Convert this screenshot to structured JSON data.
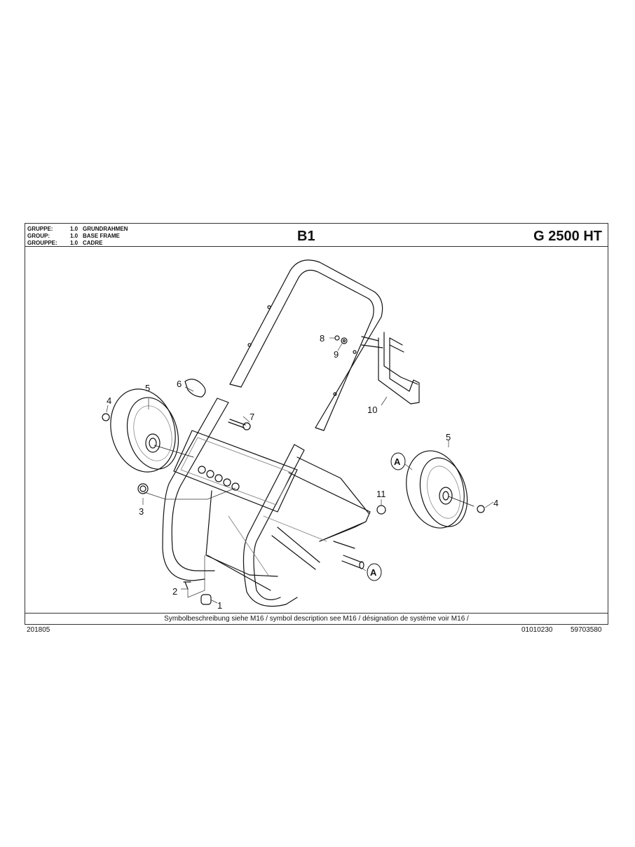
{
  "header": {
    "groups": [
      {
        "key": "GRUPPE:",
        "num": "1.0",
        "name": "GRUNDRAHMEN"
      },
      {
        "key": "GROUP:",
        "num": "1.0",
        "name": "BASE FRAME"
      },
      {
        "key": "GROUPPE:",
        "num": "1.0",
        "name": "CADRE"
      }
    ],
    "sheet_code": "B1",
    "model": "G 2500 HT"
  },
  "diagram": {
    "part_labels": [
      "1",
      "2",
      "3",
      "4",
      "4",
      "5",
      "5",
      "6",
      "7",
      "8",
      "9",
      "10",
      "11"
    ],
    "connector_symbols": [
      "A",
      "A"
    ],
    "labels": {
      "p1": "1",
      "p2": "2",
      "p3": "3",
      "p4a": "4",
      "p4b": "4",
      "p5a": "5",
      "p5b": "5",
      "p6": "6",
      "p7": "7",
      "p8": "8",
      "p9": "9",
      "p10": "10",
      "p11": "11",
      "a1": "A",
      "a2": "A"
    }
  },
  "footer": {
    "note": "Symbolbeschreibung siehe M16 / symbol description see M16 / désignation de système voir M16 /"
  },
  "meta_line": {
    "date_code": "201805",
    "ref1": "01010230",
    "ref2": "59703580"
  }
}
